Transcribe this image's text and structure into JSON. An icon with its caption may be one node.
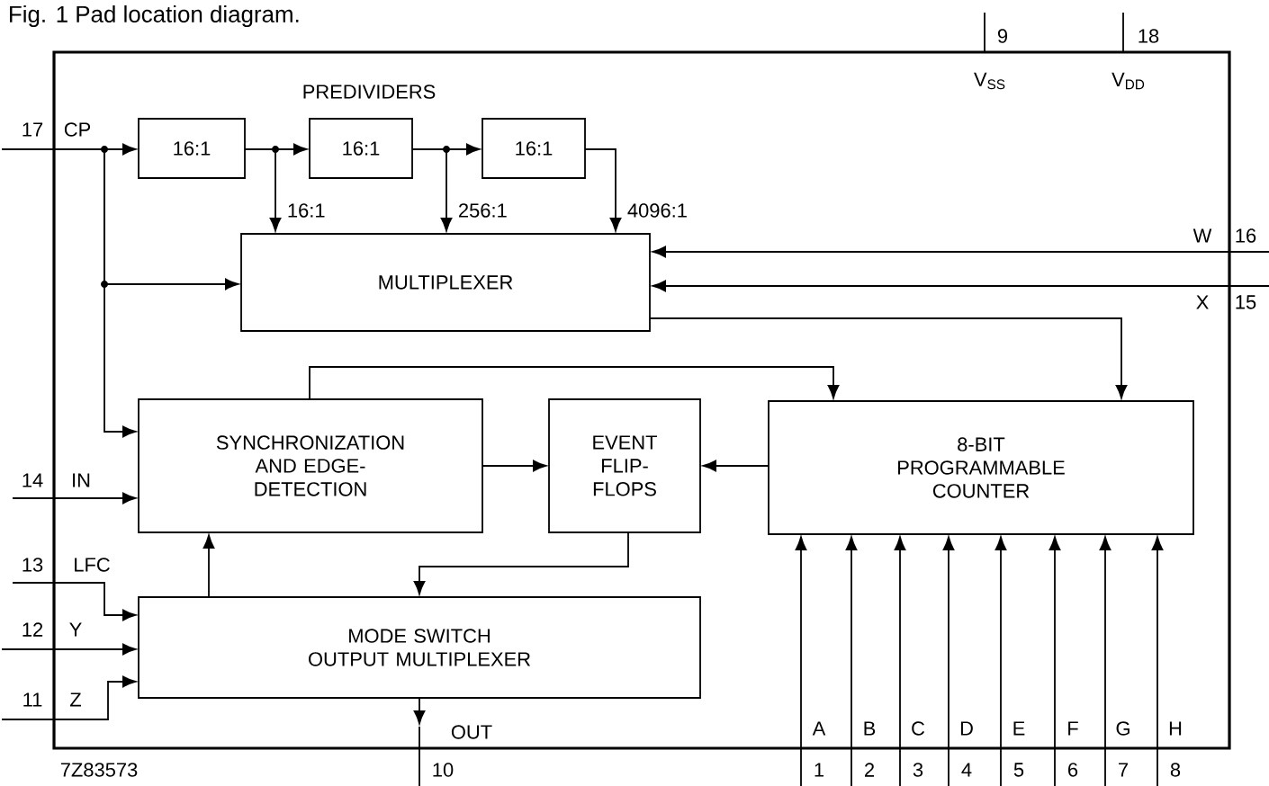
{
  "diagram": {
    "title": "Fig. 1 Pad location diagram.",
    "nodes": [
      {
        "text": [],
        "shape": "box"
      },
      {
        "text": [
          "16:1"
        ],
        "in": 0
      },
      {
        "text": [
          "16:1"
        ],
        "in": 0
      },
      {
        "text": [
          "16:1"
        ],
        "in": 0
      },
      {
        "text": [
          "MULTIPLEXER"
        ],
        "in": 0
      },
      {
        "text": [
          "SYNCHRONIZATION AND EDGE-DETECTION"
        ],
        "in": 0
      },
      {
        "text": [
          "EVENT FLIP-FLOPS"
        ],
        "in": 0
      },
      {
        "text": [
          "8-BIT PROGRAMMABLE COUNTER"
        ],
        "in": 0
      },
      {
        "text": [
          "MODE SWITCH OUTPUT MULTIPLEXER"
        ],
        "in": 0
      }
    ],
    "edges": [
      {
        "from": null,
        "to": 1,
        "arrow": "to"
      },
      {
        "from": null,
        "to": 4,
        "arrow": "to"
      },
      {
        "from": null,
        "to": 5,
        "arrow": "to"
      },
      {
        "from": 1,
        "to": 2,
        "arrow": "to"
      },
      {
        "from": 1,
        "to": 4,
        "arrow": "to",
        "label": "16:1"
      },
      {
        "from": 2,
        "to": 3,
        "arrow": "to"
      },
      {
        "from": 2,
        "to": 4,
        "arrow": "to",
        "label": "256:1"
      },
      {
        "from": 3,
        "to": 4,
        "arrow": "to",
        "label": "4096:1"
      },
      {
        "from": null,
        "to": 4,
        "arrow": "to"
      },
      {
        "from": null,
        "to": 4,
        "arrow": "to"
      },
      {
        "from": 4,
        "to": 7,
        "arrow": "to"
      },
      {
        "from": 5,
        "to": 7,
        "arrow": "to"
      },
      {
        "from": 5,
        "to": 6,
        "arrow": "to"
      },
      {
        "from": 7,
        "to": 6,
        "arrow": "to"
      },
      {
        "from": 6,
        "to": 8,
        "arrow": "to"
      },
      {
        "from": 8,
        "to": 5,
        "arrow": "to"
      },
      {
        "from": null,
        "to": 5,
        "arrow": "to"
      },
      {
        "from": null,
        "to": 8,
        "arrow": "to"
      },
      {
        "from": null,
        "to": 8,
        "arrow": "to"
      },
      {
        "from": null,
        "to": 8,
        "arrow": "to"
      },
      {
        "from": 8,
        "to": null,
        "arrow": "to"
      },
      {
        "from": null,
        "to": 7,
        "arrow": "to"
      },
      {
        "from": null,
        "to": 7,
        "arrow": "to"
      },
      {
        "from": null,
        "to": 7,
        "arrow": "to"
      },
      {
        "from": null,
        "to": 7,
        "arrow": "to"
      },
      {
        "from": null,
        "to": 7,
        "arrow": "to"
      },
      {
        "from": null,
        "to": 7,
        "arrow": "to"
      },
      {
        "from": null,
        "to": 7,
        "arrow": "to"
      },
      {
        "from": null,
        "to": 7,
        "arrow": "to"
      }
    ],
    "labels": [
      "PREDIVIDERS",
      "17",
      "CP",
      "9",
      "18",
      "V$_{SS}$",
      "V$_{DD}$",
      "W",
      "16",
      "X",
      "15",
      "14",
      "IN",
      "13",
      "LFC",
      "12",
      "Y",
      "11",
      "Z",
      "OUT",
      "A",
      "B",
      "C",
      "D",
      "E",
      "F",
      "G",
      "H",
      "7Z83573",
      "10",
      "1",
      "2",
      "3",
      "4",
      "5",
      "6",
      "7",
      "8"
    ]
  }
}
